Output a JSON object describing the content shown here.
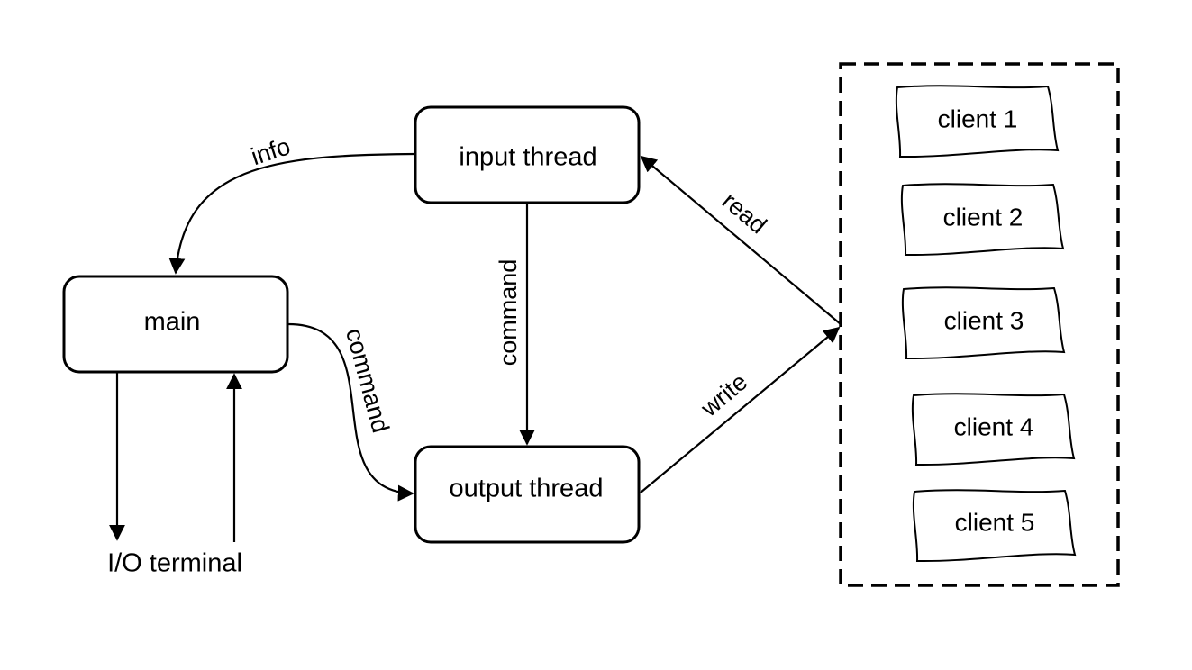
{
  "nodes": {
    "input_thread": "input thread",
    "main": "main",
    "output_thread": "output thread",
    "io_terminal": "I/O terminal"
  },
  "edges": {
    "info": "info",
    "command_vertical": "command",
    "command_curve": "command",
    "read": "read",
    "write": "write"
  },
  "clients": [
    "client 1",
    "client 2",
    "client 3",
    "client 4",
    "client 5"
  ]
}
